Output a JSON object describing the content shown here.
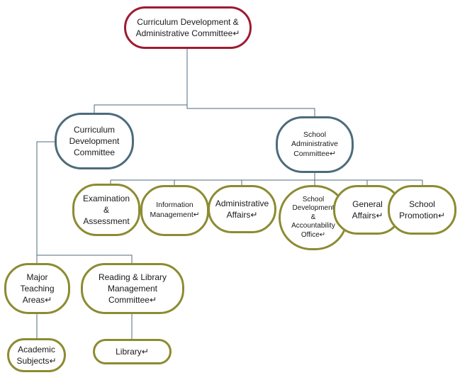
{
  "colors": {
    "top_border": "#9e1b32",
    "mid_border": "#4d6b7c",
    "leaf_border": "#8c8b32",
    "connector": "#4d6b7c"
  },
  "nodes": {
    "root": "Curriculum Development & Administrative Committee↵",
    "curriculum_committee": "Curriculum Development Committee",
    "school_admin_committee": "School Administrative Committee↵",
    "examination": "Examination & Assessment",
    "information_management": "Information Management↵",
    "administrative_affairs": "Administrative Affairs↵",
    "school_development": "School Development & Accountability Office↵",
    "general_affairs": "General Affairs↵",
    "school_promotion": "School Promotion↵",
    "major_teaching_areas": "Major Teaching Areas↵",
    "reading_library": "Reading & Library Management Committee↵",
    "academic_subjects": "Academic Subjects↵",
    "library": "Library↵"
  }
}
